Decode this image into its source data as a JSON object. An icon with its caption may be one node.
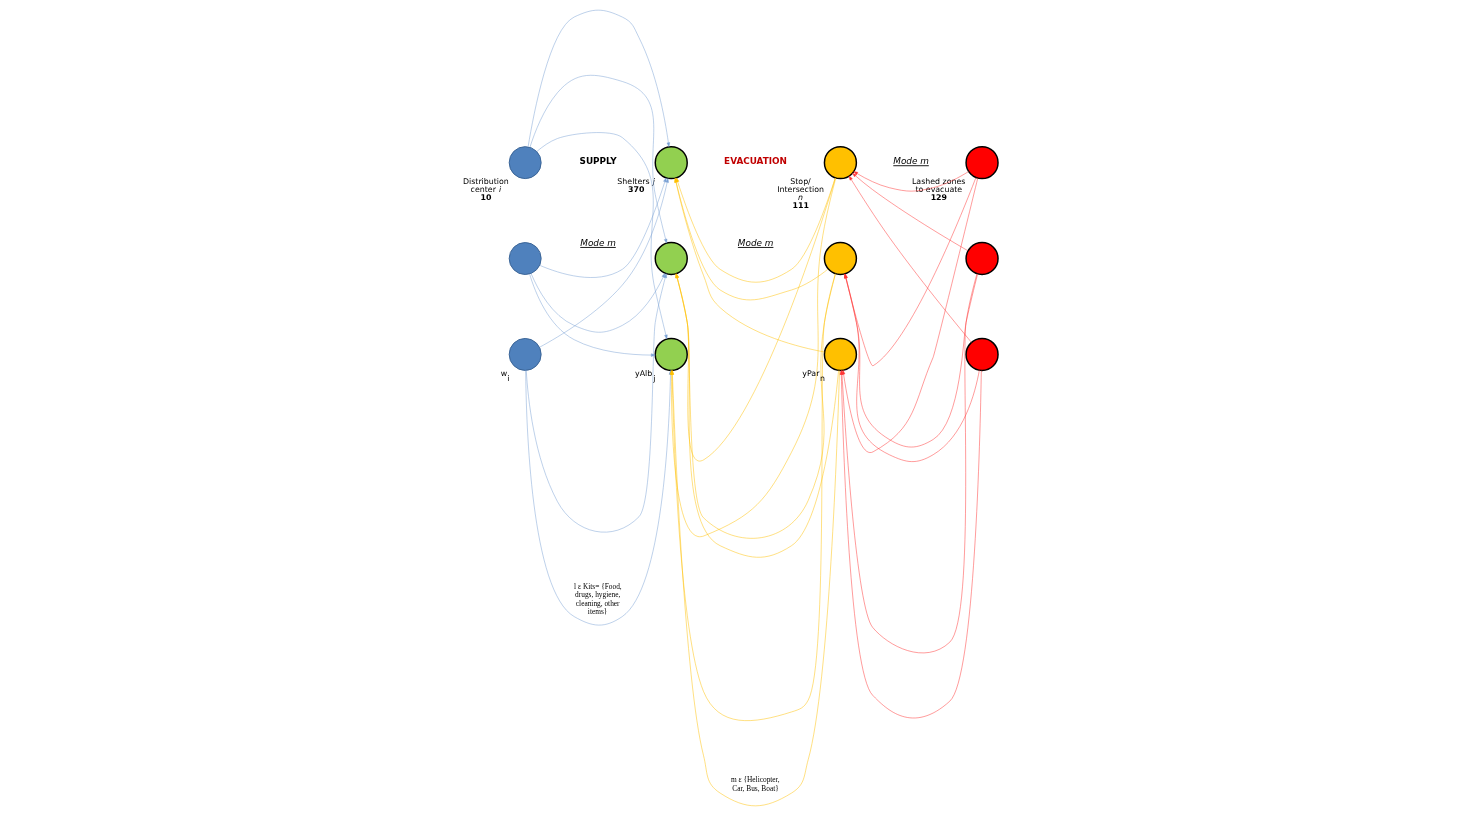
{
  "diagram": {
    "nodes": [
      {
        "text": [],
        "shape": "circle",
        "beside": [
          "Distribution center *i*",
          "10"
        ]
      },
      {
        "text": [],
        "shape": "circle"
      },
      {
        "text": [],
        "shape": "circle",
        "beside": [
          "w$_{i}$"
        ]
      },
      {
        "text": [],
        "shape": "circle",
        "beside": [
          "Shelters *j*",
          "370"
        ]
      },
      {
        "text": [],
        "shape": "circle"
      },
      {
        "text": [],
        "shape": "circle",
        "beside": [
          "yAlb$_{j}$"
        ]
      },
      {
        "text": [],
        "shape": "circle",
        "beside": [
          "Stop/ Intersection *n*",
          "111"
        ]
      },
      {
        "text": [],
        "shape": "circle"
      },
      {
        "text": [],
        "shape": "circle",
        "beside": [
          "yPar$_{n}$"
        ]
      },
      {
        "text": [],
        "shape": "circle",
        "beside": [
          "Lashed zones to evacuate",
          "129"
        ]
      },
      {
        "text": [],
        "shape": "circle"
      },
      {
        "text": [],
        "shape": "circle"
      }
    ],
    "edges": [
      {
        "from": 0,
        "to": 3,
        "arrow": "to",
        "color": "#7aa0d4"
      },
      {
        "from": 0,
        "to": 4,
        "arrow": "to",
        "color": "#7aa0d4"
      },
      {
        "from": 0,
        "to": 5,
        "arrow": "to",
        "color": "#7aa0d4"
      },
      {
        "from": 1,
        "to": 3,
        "arrow": "to",
        "color": "#7aa0d4"
      },
      {
        "from": 1,
        "to": 4,
        "arrow": "to",
        "color": "#7aa0d4"
      },
      {
        "from": 1,
        "to": 5,
        "arrow": "to",
        "color": "#7aa0d4"
      },
      {
        "from": 2,
        "to": 3,
        "arrow": "to",
        "color": "#7aa0d4"
      },
      {
        "from": 2,
        "to": 4,
        "arrow": "to",
        "color": "#7aa0d4"
      },
      {
        "from": 2,
        "to": 5,
        "arrow": "to",
        "color": "#7aa0d4",
        "label": "l ε Kits= {Food, drugs, hygiene, cleaning, other items}"
      },
      {
        "from": 6,
        "to": 3,
        "arrow": "to",
        "color": "#ffc000"
      },
      {
        "from": 6,
        "to": 4,
        "arrow": "to",
        "color": "#ffc000"
      },
      {
        "from": 6,
        "to": 5,
        "arrow": "to",
        "color": "#ffc000"
      },
      {
        "from": 7,
        "to": 3,
        "arrow": "to",
        "color": "#ffc000"
      },
      {
        "from": 7,
        "to": 4,
        "arrow": "to",
        "color": "#ffc000"
      },
      {
        "from": 7,
        "to": 5,
        "arrow": "to",
        "color": "#ffc000"
      },
      {
        "from": 8,
        "to": 3,
        "arrow": "to",
        "color": "#ffc000"
      },
      {
        "from": 8,
        "to": 4,
        "arrow": "to",
        "color": "#ffc000"
      },
      {
        "from": 8,
        "to": 5,
        "arrow": "to",
        "color": "#ffc000",
        "label": "m ε {Helicopter, Car, Bus, Boat}"
      },
      {
        "from": 9,
        "to": 6,
        "arrow": "to",
        "color": "#ff3333"
      },
      {
        "from": 9,
        "to": 7,
        "arrow": "to",
        "color": "#ff3333"
      },
      {
        "from": 9,
        "to": 8,
        "arrow": "to",
        "color": "#ff3333"
      },
      {
        "from": 10,
        "to": 6,
        "arrow": "to",
        "color": "#ff3333"
      },
      {
        "from": 10,
        "to": 7,
        "arrow": "to",
        "color": "#ff3333"
      },
      {
        "from": 10,
        "to": 8,
        "arrow": "to",
        "color": "#ff3333"
      },
      {
        "from": 11,
        "to": 6,
        "arrow": "to",
        "color": "#ff3333"
      },
      {
        "from": 11,
        "to": 7,
        "arrow": "to",
        "color": "#ff3333"
      },
      {
        "from": 11,
        "to": 8,
        "arrow": "to",
        "color": "#ff3333"
      }
    ],
    "labels": [
      "SUPPLY",
      "EVACUATION",
      "Mode m",
      "Mode m",
      "Mode m"
    ]
  }
}
